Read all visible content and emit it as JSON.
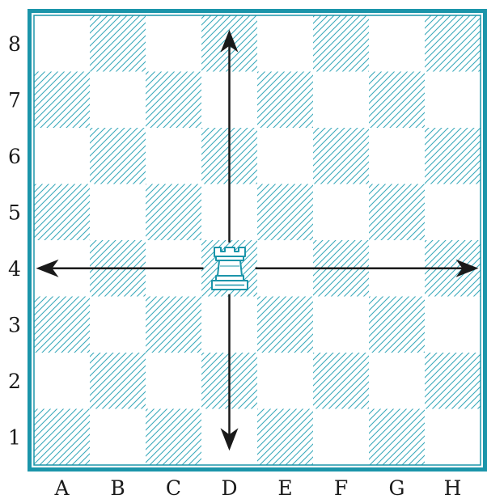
{
  "board": {
    "files": [
      "A",
      "B",
      "C",
      "D",
      "E",
      "F",
      "G",
      "H"
    ],
    "ranks": [
      "8",
      "7",
      "6",
      "5",
      "4",
      "3",
      "2",
      "1"
    ],
    "colors": {
      "accent": "#1b95aa",
      "hatch": "#3aa9bb",
      "arrow": "#1a1a1a",
      "label": "#1a1a1a",
      "light_square": "#ffffff"
    }
  },
  "piece": {
    "icon": "rook-icon",
    "square": "D4"
  },
  "moves": [
    {
      "direction": "up",
      "to": "D8"
    },
    {
      "direction": "down",
      "to": "D1"
    },
    {
      "direction": "left",
      "to": "A4"
    },
    {
      "direction": "right",
      "to": "H4"
    }
  ]
}
